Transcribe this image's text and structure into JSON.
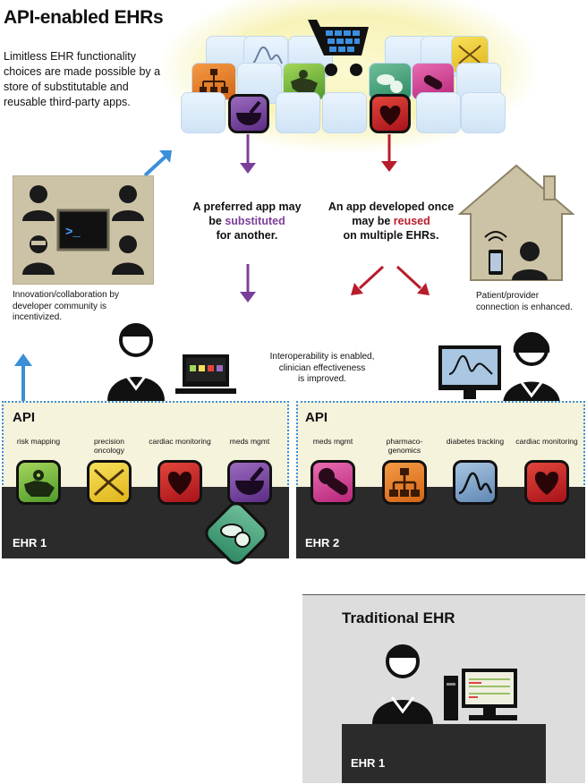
{
  "header": {
    "title": "API-enabled EHRs",
    "intro": "Limitless EHR functionality choices are made possible by a store of substitutable and reusable third-party apps."
  },
  "captions": {
    "community": "Innovation/collaboration by developer community is incentivized.",
    "patient": "Patient/provider connection is enhanced.",
    "interop_line1": "Interoperability is enabled,",
    "interop_line2": "clinician effectiveness",
    "interop_line3": "is improved."
  },
  "substituted": {
    "line1": "A preferred app may",
    "pre": "be ",
    "highlight": "substituted",
    "line3": "for another."
  },
  "reused": {
    "line1": "An app developed once",
    "pre": "may be ",
    "highlight": "reused",
    "line3": "on multiple EHRs."
  },
  "ehr1": {
    "api_label": "API",
    "ehr_label": "EHR 1",
    "apps": [
      {
        "label": "risk mapping",
        "icon": "us-map-pin-icon"
      },
      {
        "label": "precision oncology",
        "icon": "dna-icon"
      },
      {
        "label": "cardiac monitoring",
        "icon": "heart-icon"
      },
      {
        "label": "meds mgmt",
        "icon": "mortar-pestle-icon"
      }
    ]
  },
  "ehr2": {
    "api_label": "API",
    "ehr_label": "EHR 2",
    "apps": [
      {
        "label": "meds mgmt",
        "icon": "pills-icon"
      },
      {
        "label": "pharmaco-genomics",
        "icon": "hierarchy-icon"
      },
      {
        "label": "diabetes tracking",
        "icon": "glucose-curve-icon"
      },
      {
        "label": "cardiac monitoring",
        "icon": "heart-icon"
      }
    ]
  },
  "traditional": {
    "title": "Traditional EHR",
    "ehr_label": "EHR 1"
  },
  "colors": {
    "purple": "#7b3f99",
    "red": "#b81c2a",
    "blue": "#3b8fd9",
    "panel": "#f6f3dd",
    "ehr_dark": "#2b2b2b"
  }
}
